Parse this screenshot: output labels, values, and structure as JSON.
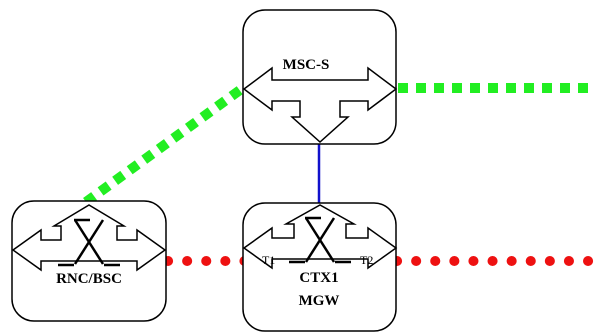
{
  "nodes": {
    "msc": {
      "label": "MSC-S"
    },
    "rnc": {
      "label": "RNC/BSC"
    },
    "mgw": {
      "label_top": "CTX1",
      "label_bottom": "MGW",
      "term_left": "T1",
      "term_right": "T2"
    }
  },
  "colors": {
    "signaling_link": "#22ee22",
    "bearer_link": "#ee1111",
    "control_link": "#1111cc"
  }
}
